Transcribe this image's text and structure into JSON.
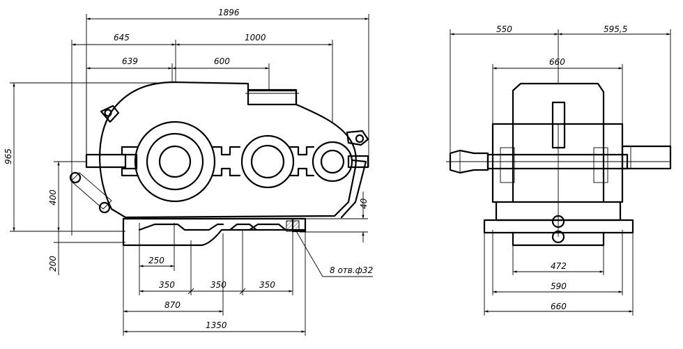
{
  "drawing": {
    "front_view": {
      "dims": {
        "overall_length": "1896",
        "axis_to_input": "645",
        "center_distance_total": "1000",
        "center_distance_1": "639",
        "center_distance_2": "600",
        "overall_height": "965",
        "axis_height": "400",
        "base_height": "200",
        "flange_thickness": "40",
        "bolt_spacing_1": "250",
        "bolt_spacing_2": "350",
        "bolt_spacing_3": "350",
        "bolt_spacing_4": "350",
        "bolt_to_axis": "870",
        "base_length": "1350"
      },
      "callout": "8 отв.ф32"
    },
    "side_view": {
      "dims": {
        "left_shaft": "550",
        "right_shaft": "595,5",
        "housing_width": "660",
        "bolt_width": "472",
        "foot_inner": "590",
        "foot_outer": "660"
      }
    }
  }
}
